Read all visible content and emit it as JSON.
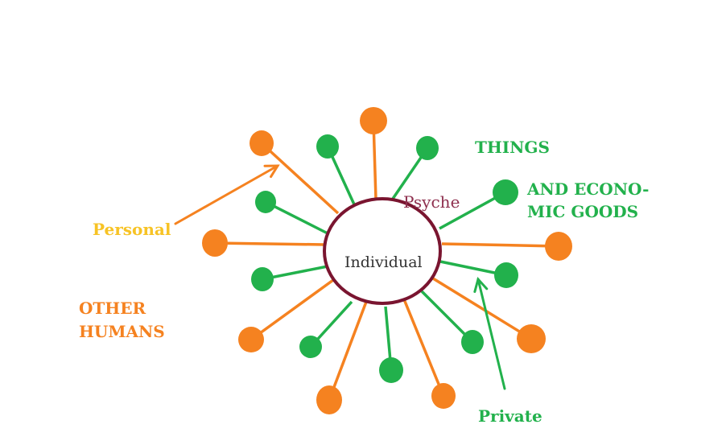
{
  "diagram": {
    "center_label": "Individual",
    "inner_label": "Psyche",
    "labels": {
      "personal": "Personal",
      "other_humans_line1": "OTHER",
      "other_humans_line2": "HUMANS",
      "things": "THINGS",
      "economic_line1": "AND ECONO-",
      "economic_line2": "MIC GOODS",
      "private": "Private"
    },
    "colors": {
      "orange": "#f58220",
      "green": "#22b14c",
      "yellow": "#f7c325",
      "circle": "#7a1530",
      "psyche": "#8e2f4e",
      "text": "#333333"
    }
  }
}
